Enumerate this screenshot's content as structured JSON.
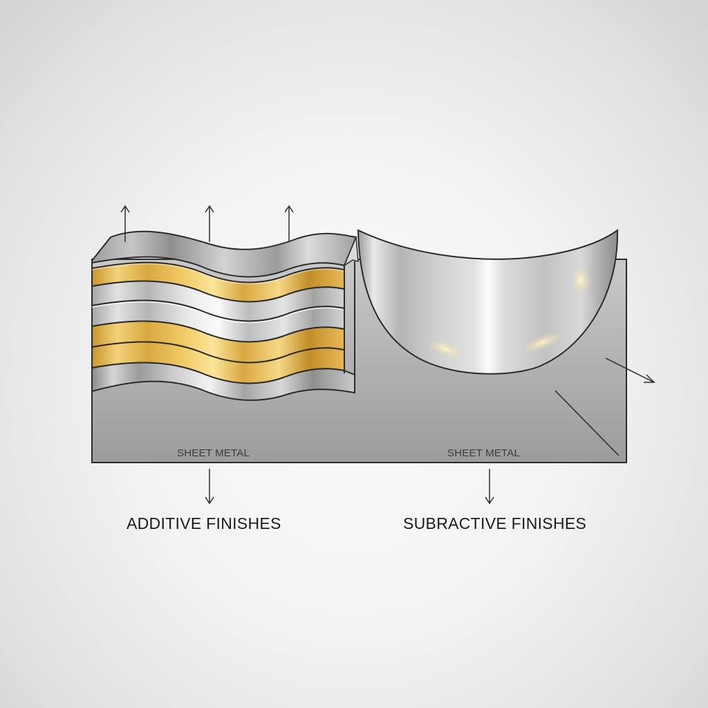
{
  "diagram": {
    "left_panel": {
      "base_label": "SHEET METAL",
      "title": "ADDITIVE FINISHES",
      "layers": [
        {
          "type": "steel",
          "color": "#a9a9a9"
        },
        {
          "type": "gold",
          "color": "#e5b84e"
        },
        {
          "type": "steel",
          "color": "#c4c4c4"
        },
        {
          "type": "steel",
          "color": "#c4c4c4"
        },
        {
          "type": "gold",
          "color": "#e5b84e"
        },
        {
          "type": "gold",
          "color": "#e5b84e"
        },
        {
          "type": "steel",
          "color": "#a9a9a9"
        }
      ],
      "arrows": [
        "up-arrow",
        "up-arrow",
        "up-arrow",
        "down-arrow"
      ]
    },
    "right_panel": {
      "base_label": "SHEET METAL",
      "title": "SUBRACTIVE FINISHES",
      "feature": "polished concave bowl cut",
      "arrows": [
        "diagonal-arrow",
        "down-arrow"
      ]
    },
    "colors": {
      "background": "#f3f3f3",
      "outline": "#2a2a2a",
      "steel_light": "#e6e6e6",
      "steel_dark": "#8e8e8e",
      "gold_light": "#f6dc8c",
      "gold_dark": "#c8962e",
      "sheet_metal": "#a7a7a7"
    }
  }
}
